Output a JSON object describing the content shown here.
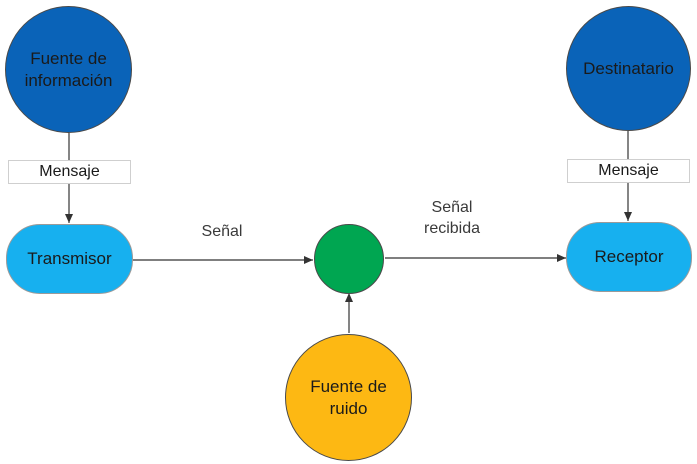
{
  "colors": {
    "dark_blue": "#0a63b8",
    "light_blue": "#17b0ef",
    "green": "#00a651",
    "orange": "#fdb813",
    "connector": "#333333"
  },
  "nodes": {
    "source": "Fuente de información",
    "transmitter": "Transmisor",
    "noise": "Fuente de ruido",
    "receiver": "Receptor",
    "destination": "Destinatario"
  },
  "labels": {
    "message_left": "Mensaje",
    "message_right": "Mensaje",
    "signal": "Señal",
    "received_signal": "Señal recibida"
  }
}
